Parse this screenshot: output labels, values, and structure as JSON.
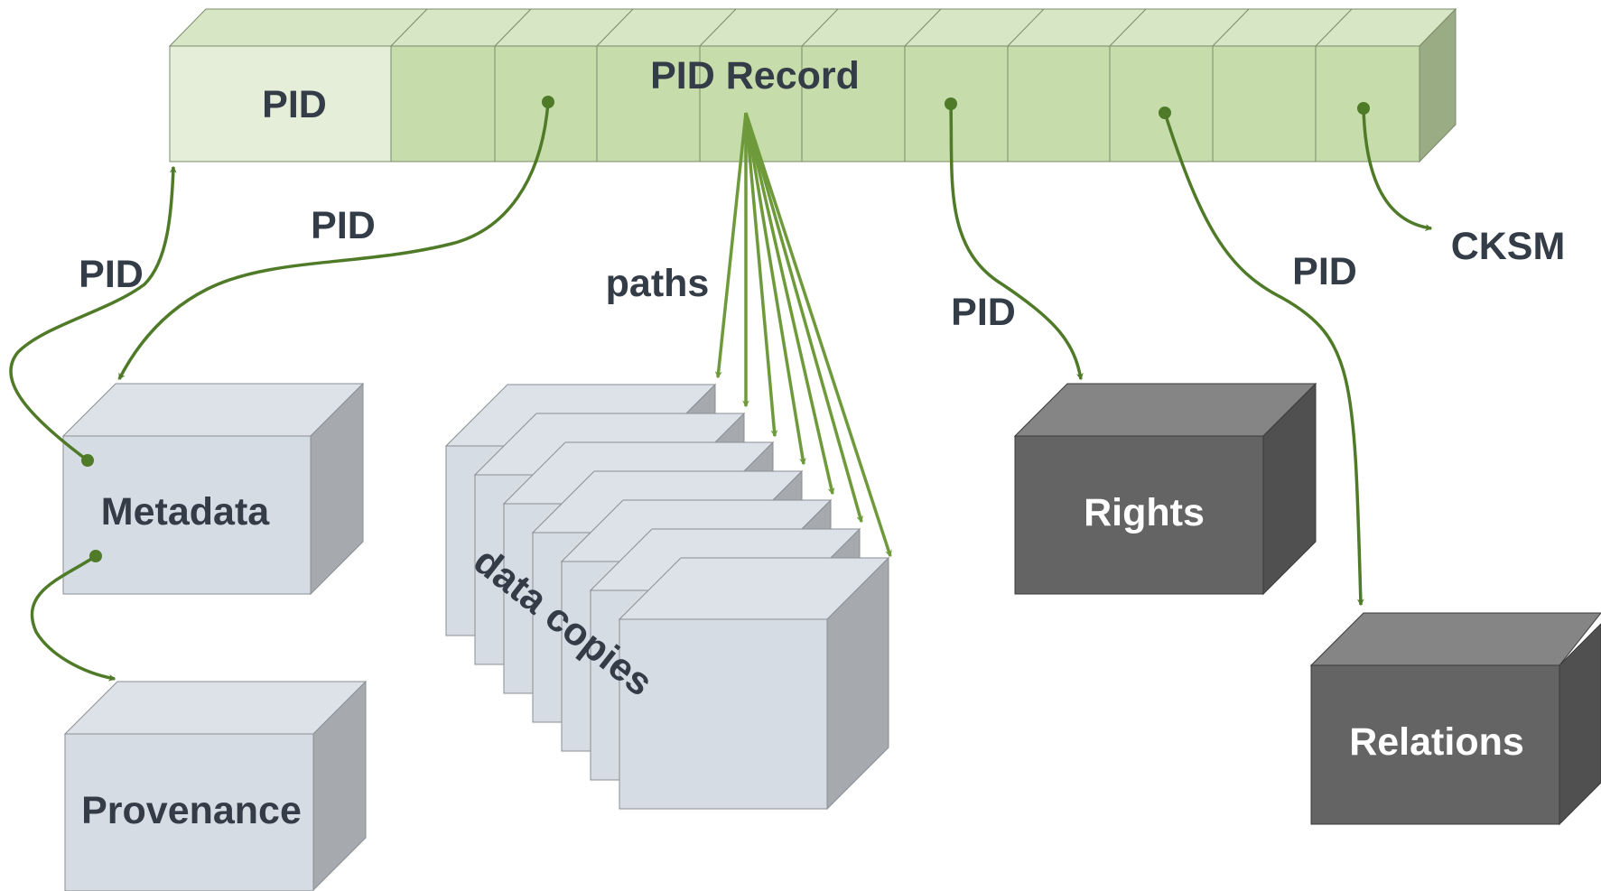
{
  "record": {
    "pid_label": "PID",
    "title": "PID Record"
  },
  "links": {
    "pid_to_record": "PID",
    "pid_to_metadata": "PID",
    "paths": "paths",
    "pid_to_rights": "PID",
    "pid_to_relations": "PID",
    "checksum": "CKSM"
  },
  "boxes": {
    "metadata": "Metadata",
    "provenance": "Provenance",
    "data_copies": "data copies",
    "rights": "Rights",
    "relations": "Relations"
  },
  "colors": {
    "arrow": "#4f7a28",
    "arrow_bright": "#6e9a3b",
    "record_light": "#e4eed8",
    "record_mid": "#c6dcab",
    "record_top": "#d7e6c4",
    "record_side": "#9aac84",
    "light_box_front": "#d6dce3",
    "light_box_top": "#dde2e8",
    "light_box_side": "#a6aaae",
    "dark_box_front": "#646464",
    "dark_box_top": "#858585",
    "dark_box_side": "#505050",
    "label_dark": "#333c47",
    "label_light": "#ffffff"
  }
}
